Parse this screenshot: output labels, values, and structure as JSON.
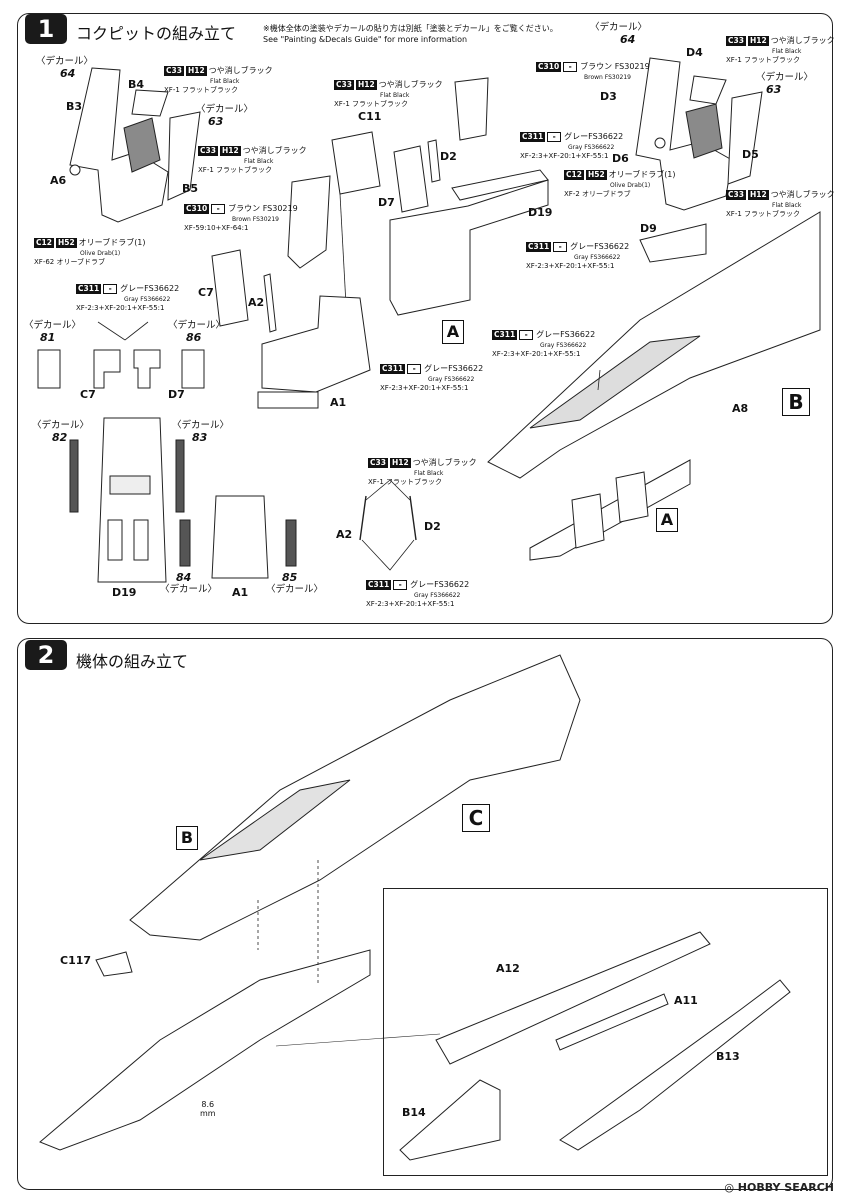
{
  "step1": {
    "number": "1",
    "title": "コクピットの組み立て",
    "note_ja": "※機体全体の塗装やデカールの貼り方は別紙「塗装とデカール」をご覧ください。",
    "note_en": "See \"Painting &Decals Guide\" for more information"
  },
  "step2": {
    "number": "2",
    "title": "機体の組み立て"
  },
  "parts": [
    "B3",
    "B4",
    "B5",
    "A6",
    "C11",
    "D2",
    "D7",
    "D19",
    "D3",
    "D4",
    "D5",
    "D6",
    "D9",
    "C7",
    "A2",
    "A1",
    "A8",
    "A12",
    "A11",
    "B13",
    "B14",
    "C117"
  ],
  "decal_word": "〈デカール〉",
  "decals": [
    "64",
    "63",
    "64",
    "63",
    "81",
    "86",
    "82",
    "83",
    "84",
    "85"
  ],
  "assembly_labels": {
    "A": "A",
    "B": "B",
    "C": "C"
  },
  "callouts": {
    "c33_h12": {
      "code": "C33",
      "num": "H12",
      "ja": "つや消しブラック",
      "en": "Flat Black",
      "mix": "XF-1 フラットブラック"
    },
    "c310": {
      "code": "C310",
      "num": "-",
      "ja": "ブラウン FS30219",
      "en": "Brown FS30219",
      "mix": "XF-59:10+XF-64:1"
    },
    "c12_h52": {
      "code": "C12",
      "num": "H52",
      "ja": "オリーブドラブ(1)",
      "en": "Olive Drab(1)",
      "mix": "XF-62 オリーブドラブ"
    },
    "c12_h52_b": {
      "code": "C12",
      "num": "H52",
      "ja": "オリーブドラブ(1)",
      "en": "Olive Drab(1)",
      "mix": "XF-2 オリーブドラブ"
    },
    "c311": {
      "code": "C311",
      "num": "-",
      "ja": "グレーFS36622",
      "en": "Gray FS366622",
      "mix": "XF-2:3+XF-20:1+XF-55:1"
    }
  },
  "dimension": {
    "value": "8.6",
    "unit": "mm"
  },
  "footer": {
    "brand": "HOBBY SEARCH",
    "mark": "◎"
  }
}
